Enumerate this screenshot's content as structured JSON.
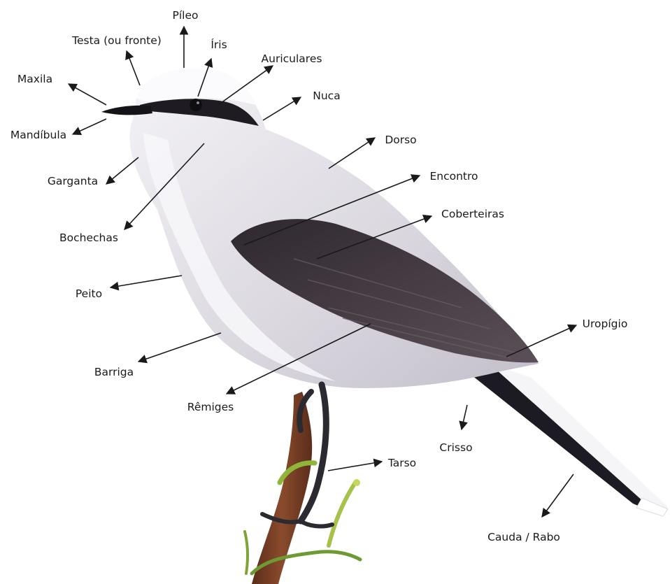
{
  "labels": {
    "pileo": "Píleo",
    "testa": "Testa (ou fronte)",
    "iris": "Íris",
    "auriculares": "Auriculares",
    "maxila": "Maxila",
    "nuca": "Nuca",
    "mandibula": "Mandíbula",
    "dorso": "Dorso",
    "garganta": "Garganta",
    "encontro": "Encontro",
    "coberteiras": "Coberteiras",
    "bochechas": "Bochechas",
    "peito": "Peito",
    "uropigio": "Uropígio",
    "barriga": "Barriga",
    "remiges": "Rêmiges",
    "crisso": "Crisso",
    "tarso": "Tarso",
    "cauda": "Cauda / Rabo"
  },
  "colors": {
    "arrow": "#1a1a1a",
    "plumage_light": "#eceaf0",
    "plumage_grey": "#c9c6d0",
    "wing_dark": "#3a3238",
    "tail_black": "#1c1a22",
    "branch": "#6b3b25",
    "leaf_green": "#8fb63a"
  }
}
